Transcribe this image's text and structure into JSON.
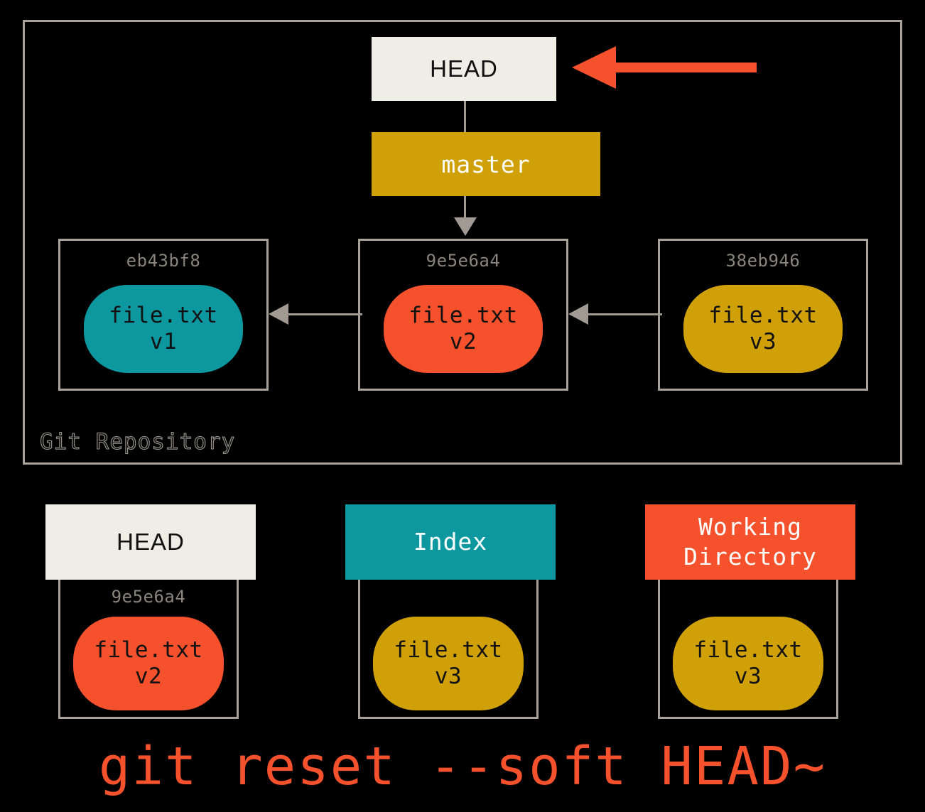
{
  "diagram": {
    "repository": {
      "label": "Git Repository",
      "head_pointer": {
        "label": "HEAD"
      },
      "branch": {
        "label": "master",
        "color": "#d0a009"
      },
      "commits": [
        {
          "sha": "eb43bf8",
          "file_name": "file.txt",
          "version": "v1",
          "blob_color": "#0d98a0"
        },
        {
          "sha": "9e5e6a4",
          "file_name": "file.txt",
          "version": "v2",
          "blob_color": "#f4512c"
        },
        {
          "sha": "38eb946",
          "file_name": "file.txt",
          "version": "v3",
          "blob_color": "#d0a009"
        }
      ]
    },
    "trees": [
      {
        "title": "HEAD",
        "header_color": "#eeeee6",
        "sha": "9e5e6a4",
        "file_name": "file.txt",
        "version": "v2",
        "blob_color": "#f4512c"
      },
      {
        "title": "Index",
        "header_color": "#0d98a0",
        "sha": "",
        "file_name": "file.txt",
        "version": "v3",
        "blob_color": "#d0a009"
      },
      {
        "title": "Working\nDirectory",
        "title_line_1": "Working",
        "title_line_2": "Directory",
        "header_color": "#f4512c",
        "sha": "",
        "file_name": "file.txt",
        "version": "v3",
        "blob_color": "#d0a009"
      }
    ],
    "command": "git reset --soft HEAD~",
    "accent_color": "#f4512c",
    "frame_color": "#a8a29a",
    "connector_color": "#a09a92",
    "sha_text_color": "#8a847c"
  }
}
